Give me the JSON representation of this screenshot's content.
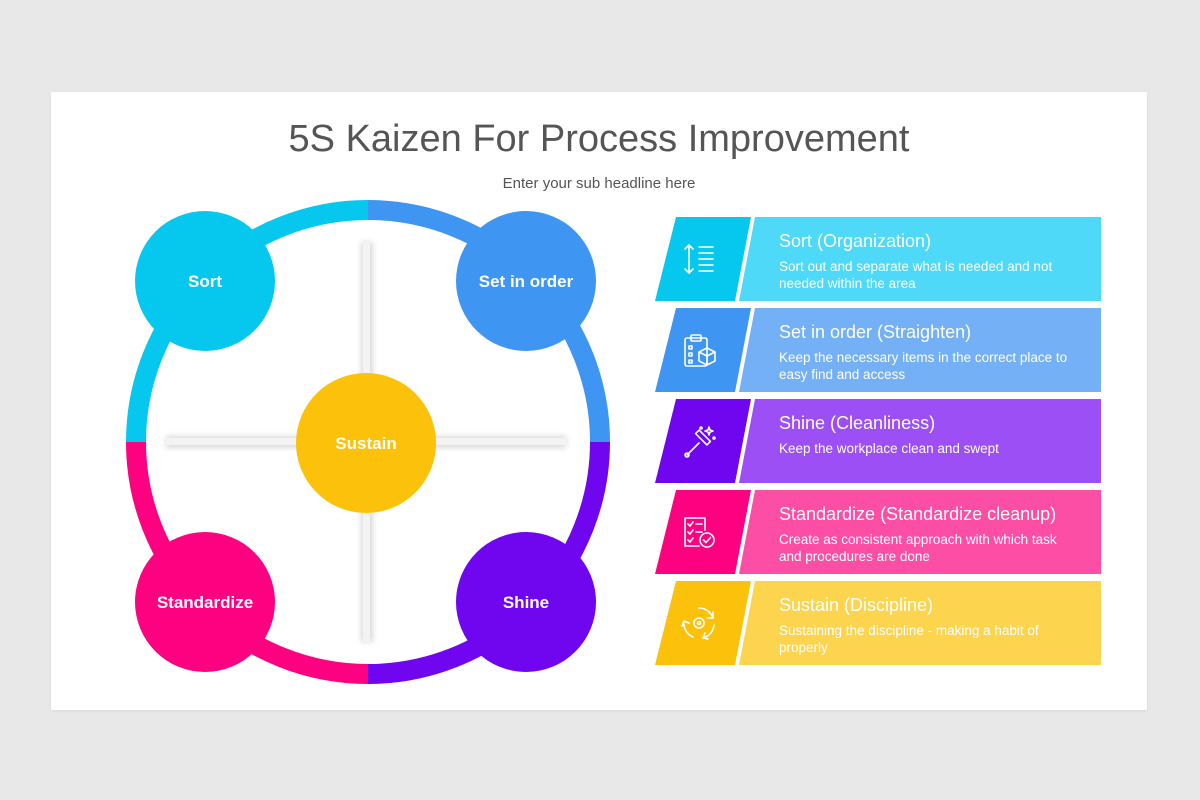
{
  "title": "5S Kaizen For Process Improvement",
  "subtitle": "Enter your sub headline here",
  "nodes": {
    "sort": "Sort",
    "set_in_order": "Set in order",
    "shine": "Shine",
    "standardize": "Standardize",
    "sustain": "Sustain"
  },
  "rows": [
    {
      "title": "Sort (Organization)",
      "desc": "Sort out and separate what is needed and not needed within the area",
      "icon": "sort-lines-icon"
    },
    {
      "title": "Set in order (Straighten)",
      "desc": "Keep the necessary items in the correct place to easy find and access",
      "icon": "clipboard-box-icon"
    },
    {
      "title": "Shine (Cleanliness)",
      "desc": "Keep the workplace clean and swept",
      "icon": "squeegee-sparkle-icon"
    },
    {
      "title": "Standardize (Standardize cleanup)",
      "desc": "Create as consistent approach with which task and procedures are done",
      "icon": "checklist-check-icon"
    },
    {
      "title": "Sustain (Discipline)",
      "desc": "Sustaining the discipline  - making a habit of properly",
      "icon": "cycle-gear-icon"
    }
  ],
  "colors": {
    "sort": "#06c8ef",
    "set_in_order": "#3f95f2",
    "shine": "#7005ef",
    "standardize": "#fe0180",
    "sustain": "#fcc10a"
  }
}
